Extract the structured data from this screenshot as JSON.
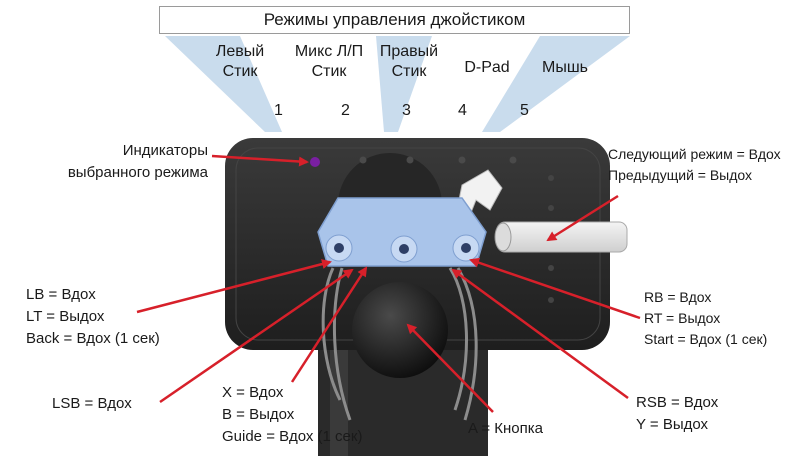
{
  "title": "Режимы управления джойстиком",
  "modes": [
    {
      "name_line1": "Левый",
      "name_line2": "Стик",
      "number": "1"
    },
    {
      "name_line1": "Микс Л/П",
      "name_line2": "Стик",
      "number": "2"
    },
    {
      "name_line1": "Правый",
      "name_line2": "Стик",
      "number": "3"
    },
    {
      "name_line1": "D-Pad",
      "name_line2": "",
      "number": "4"
    },
    {
      "name_line1": "Мышь",
      "name_line2": "",
      "number": "5"
    }
  ],
  "indicator_label": {
    "line1": "Индикаторы",
    "line2": "выбранного режима"
  },
  "mode_switch": {
    "line1": "Следующий режим = Вдох",
    "line2": "Предыдущий = Выдох"
  },
  "left_tube": {
    "line1": "LB = Вдох",
    "line2": "LT = Выдох",
    "line3": "Back = Вдох (1 сек)"
  },
  "lsb": "LSB = Вдох",
  "center_tube": {
    "line1": "X = Вдох",
    "line2": "B = Выдох",
    "line3": "Guide = Вдох (1 сек)"
  },
  "button_a": "A = Кнопка",
  "right_tube": {
    "line1": "RB = Вдох",
    "line2": "RT = Выдох",
    "line3": "Start = Вдох (1 сек)"
  },
  "rsb": {
    "line1": "RSB = Вдох",
    "line2": "Y = Выдох"
  },
  "colors": {
    "arrow": "#d7202a",
    "beam": "#c9dced",
    "body": "#2b2b2b",
    "indicator_active": "#7a1fa2",
    "mouthpiece": "#a9c4ea"
  }
}
